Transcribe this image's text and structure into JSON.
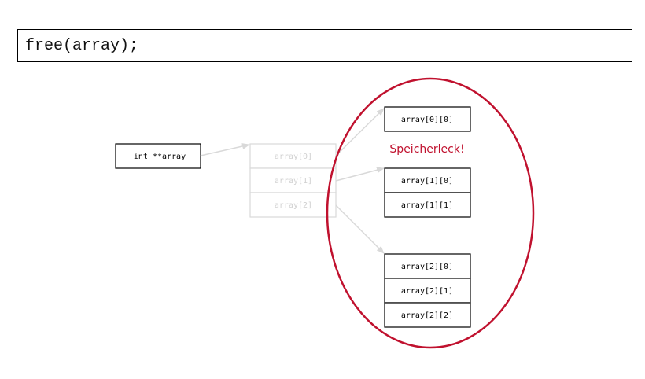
{
  "code": {
    "line": "free(array);"
  },
  "pointer": {
    "label": "int **array"
  },
  "freed_array": {
    "cells": [
      "array[0]",
      "array[1]",
      "array[2]"
    ],
    "color": "#d9d9d9"
  },
  "rows": [
    {
      "cells": [
        "array[0][0]"
      ]
    },
    {
      "cells": [
        "array[1][0]",
        "array[1][1]"
      ]
    },
    {
      "cells": [
        "array[2][0]",
        "array[2][1]",
        "array[2][2]"
      ]
    }
  ],
  "leak": {
    "label": "Speicherleck!",
    "color": "#c0112e"
  },
  "colors": {
    "ink": "#000000",
    "faded": "#d9d9d9",
    "leak": "#c0112e"
  }
}
